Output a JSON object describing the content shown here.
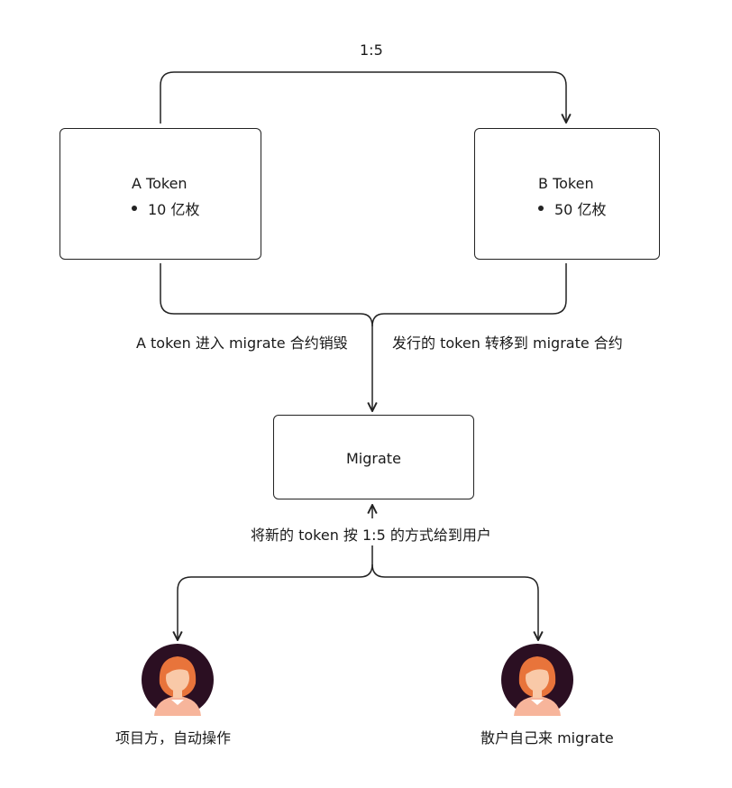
{
  "ratio_label": "1:5",
  "boxes": {
    "a": {
      "title": "A Token",
      "item": "10 亿枚"
    },
    "b": {
      "title": "B Token",
      "item": "50 亿枚"
    },
    "migrate": {
      "title": "Migrate"
    }
  },
  "edges": {
    "a_to_migrate": "A token 进入 migrate 合约销毁",
    "b_to_migrate": "发行的 token 转移到 migrate 合约",
    "migrate_out": "将新的 token 按 1:5 的方式给到用户"
  },
  "users": {
    "left": {
      "label": "项目方，自动操作",
      "icon": "user-avatar-icon"
    },
    "right": {
      "label": "散户自己来 migrate",
      "icon": "user-avatar-icon"
    }
  },
  "colors": {
    "stroke": "#222222",
    "avatar_bg": "#2b0f22",
    "hair": "#e8743b",
    "skin": "#f9c9a8",
    "shirt": "#f7b59b"
  }
}
